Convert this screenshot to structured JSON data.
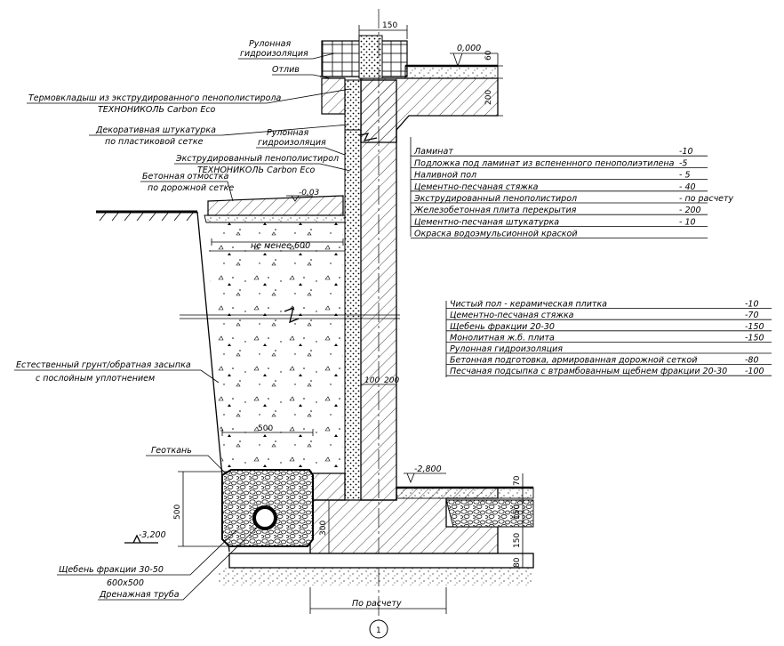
{
  "callouts": {
    "roll_waterproof_top": [
      "Рулонная",
      "гидроизоляция"
    ],
    "drip": "Отлив",
    "thermal_insert": [
      "Термовкладыш из экструдированного пенополистирола",
      "ТЕХНОНИКОЛЬ Carbon Eco"
    ],
    "decor_plaster": [
      "Декоративная штукатурка",
      "по пластиковой сетке"
    ],
    "roll_waterproof_mid": [
      "Рулонная",
      "гидроизоляция"
    ],
    "xps": [
      "Экструдированный пенополистирол",
      "ТЕХНОНИКОЛЬ Carbon Eco"
    ],
    "blind_area": [
      "Бетонная отмостка",
      "по дорожной сетке"
    ],
    "backfill": [
      "Естественный грунт/обратная засыпка",
      "с послойным уплотнением"
    ],
    "geotextile": "Геоткань",
    "gravel": [
      "Щебень фракции 30-50",
      "600х500"
    ],
    "drain_pipe": "Дренажная труба"
  },
  "dims": {
    "d150": "150",
    "level_0": "0,000",
    "d60": "60",
    "d200": "200",
    "level_m003": "-0,03",
    "min600": "не менее 600",
    "d100": "100",
    "d200b": "200",
    "d500h": "500",
    "d500": "500",
    "d300": "300",
    "level_m2800": "-2,800",
    "d70": "70",
    "d150a": "150",
    "d150b": "150",
    "d80": "80",
    "level_m3200": "-3,200",
    "by_calc": "По расчету",
    "axis": "1"
  },
  "floor_upper": {
    "rows": [
      {
        "name": "Ламинат",
        "value": "-10"
      },
      {
        "name": "Подложка под ламинат из вспененного пенополиэтилена",
        "value": "-5"
      },
      {
        "name": "Наливной пол",
        "value": "- 5"
      },
      {
        "name": "Цементно-песчаная стяжка",
        "value": "- 40"
      },
      {
        "name": "Экструдированный пенополистирол",
        "value": "- по расчету"
      },
      {
        "name": "Железобетонная плита перекрытия",
        "value": "- 200"
      },
      {
        "name": "Цементно-песчаная штукатурка",
        "value": "- 10"
      },
      {
        "name": "Окраска водоэмульсионной краской",
        "value": ""
      }
    ]
  },
  "floor_lower": {
    "rows": [
      {
        "name": "Чистый пол - керамическая плитка",
        "value": "-10"
      },
      {
        "name": "Цементно-песчаная стяжка",
        "value": "-70"
      },
      {
        "name": "Щебень фракции 20-30",
        "value": "-150"
      },
      {
        "name": "Монолитная ж.б. плита",
        "value": "-150"
      },
      {
        "name": "Рулонная гидроизоляция",
        "value": ""
      },
      {
        "name": "Бетонная подготовка, армированная дорожной сеткой",
        "value": "-80"
      },
      {
        "name": "Песчаная подсыпка с втрамбованным щебнем фракции 20-30",
        "value": "-100"
      }
    ]
  }
}
